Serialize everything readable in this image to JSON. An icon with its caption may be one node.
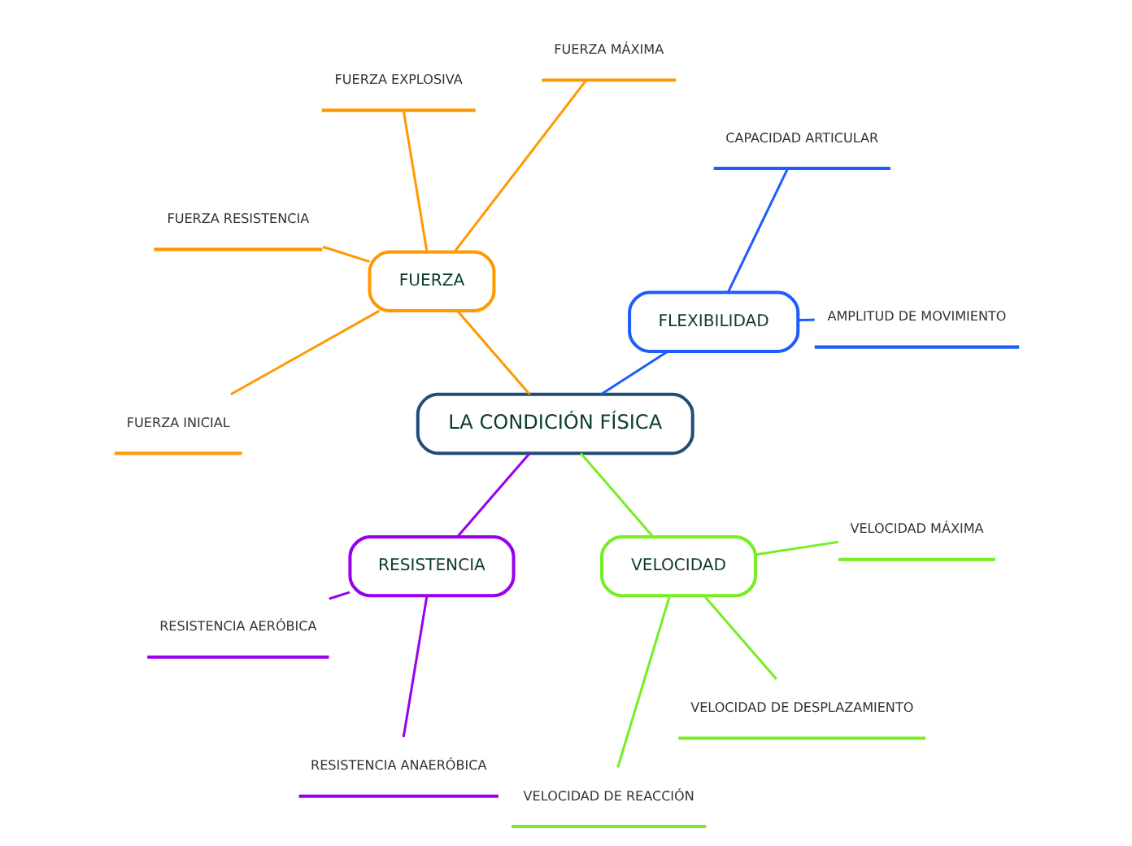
{
  "diagram": {
    "nodes": [
      {
        "text": [
          "LA CONDICIÓN FÍSICA"
        ]
      },
      {
        "text": [
          "FLEXIBILIDAD"
        ]
      },
      {
        "text": [
          "AMPLITUD DE MOVIMIENTO"
        ]
      },
      {
        "text": [
          "CAPACIDAD ARTICULAR"
        ]
      },
      {
        "text": [
          "FUERZA"
        ]
      },
      {
        "text": [
          "FUERZA MÁXIMA"
        ]
      },
      {
        "text": [
          "FUERZA EXPLOSIVA"
        ]
      },
      {
        "text": [
          "FUERZA RESISTENCIA"
        ]
      },
      {
        "text": [
          "FUERZA INICIAL"
        ]
      },
      {
        "text": [
          "RESISTENCIA"
        ]
      },
      {
        "text": [
          "RESISTENCIA AERÓBICA"
        ]
      },
      {
        "text": [
          "RESISTENCIA ANAERÓBICA"
        ]
      },
      {
        "text": [
          "VELOCIDAD"
        ]
      },
      {
        "text": [
          "VELOCIDAD DE REACCIÓN"
        ]
      },
      {
        "text": [
          "VELOCIDAD DE DESPLAZAMIENTO"
        ]
      },
      {
        "text": [
          "VELOCIDAD MÁXIMA"
        ]
      }
    ],
    "edges": [
      {
        "from": 0,
        "to": 1,
        "arrow": "none",
        "color": "#1f5cff"
      },
      {
        "from": 1,
        "to": 2,
        "arrow": "none",
        "color": "#1f5cff"
      },
      {
        "from": 1,
        "to": 3,
        "arrow": "none",
        "color": "#1f5cff"
      },
      {
        "from": 0,
        "to": 4,
        "arrow": "none",
        "color": "#ff9900"
      },
      {
        "from": 4,
        "to": 5,
        "arrow": "none",
        "color": "#ff9900"
      },
      {
        "from": 4,
        "to": 6,
        "arrow": "none",
        "color": "#ff9900"
      },
      {
        "from": 4,
        "to": 7,
        "arrow": "none",
        "color": "#ff9900"
      },
      {
        "from": 4,
        "to": 8,
        "arrow": "none",
        "color": "#ff9900"
      },
      {
        "from": 0,
        "to": 9,
        "arrow": "none",
        "color": "#9900ee"
      },
      {
        "from": 9,
        "to": 10,
        "arrow": "none",
        "color": "#9900ee"
      },
      {
        "from": 9,
        "to": 11,
        "arrow": "none",
        "color": "#9900ee"
      },
      {
        "from": 0,
        "to": 12,
        "arrow": "none",
        "color": "#77ee22"
      },
      {
        "from": 12,
        "to": 13,
        "arrow": "none",
        "color": "#77ee22"
      },
      {
        "from": 12,
        "to": 14,
        "arrow": "none",
        "color": "#77ee22"
      },
      {
        "from": 12,
        "to": 15,
        "arrow": "none",
        "color": "#77ee22"
      }
    ]
  }
}
